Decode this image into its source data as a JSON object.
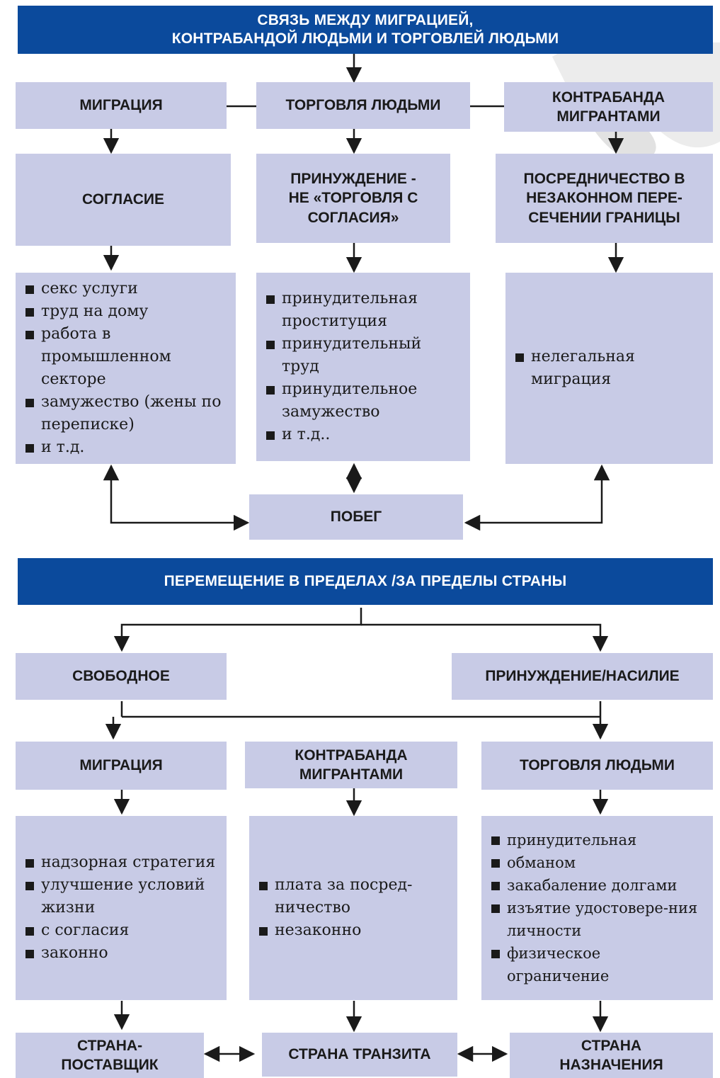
{
  "section1": {
    "header_line1": "СВЯЗЬ МЕЖДУ МИГРАЦИЕЙ,",
    "header_line2": "КОНТРАБАНДОЙ ЛЮДЬМИ И ТОРГОВЛЕЙ ЛЮДЬМИ",
    "col1": {
      "title": "МИГРАЦИЯ",
      "condition": "СОГЛАСИЕ",
      "items": [
        "секс услуги",
        "труд на дому",
        "работа в промышленном секторе",
        "замужество (жены по переписке)",
        "и т.д."
      ]
    },
    "col2": {
      "title": "ТОРГОВЛЯ ЛЮДЬМИ",
      "condition_line1": "ПРИНУЖДЕНИЕ -",
      "condition_line2": "НЕ «ТОРГОВЛЯ С",
      "condition_line3": "СОГЛАСИЯ»",
      "items": [
        "принудительная проституция",
        "принудительный труд",
        "принудительное замужество",
        "и т.д.."
      ]
    },
    "col3": {
      "title_line1": "КОНТРАБАНДА",
      "title_line2": "МИГРАНТАМИ",
      "condition_line1": "ПОСРЕДНИЧЕСТВО В",
      "condition_line2": "НЕЗАКОННОМ ПЕРЕ-",
      "condition_line3": "СЕЧЕНИИ ГРАНИЦЫ",
      "items": [
        "нелегальная миграция"
      ]
    },
    "escape": "ПОБЕГ"
  },
  "section2": {
    "header": "ПЕРЕМЕЩЕНИЕ В ПРЕДЕЛАХ /ЗА ПРЕДЕЛЫ СТРАНЫ",
    "free": "СВОБОДНОЕ",
    "forced": "ПРИНУЖДЕНИЕ/НАСИЛИЕ",
    "col1": {
      "title": "МИГРАЦИЯ",
      "items": [
        "надзорная стратегия",
        "улучшение условий жизни",
        "с согласия",
        "законно"
      ],
      "country_line1": "СТРАНА-",
      "country_line2": "ПОСТАВЩИК"
    },
    "col2": {
      "title_line1": "КОНТРАБАНДА",
      "title_line2": "МИГРАНТАМИ",
      "items": [
        "плата за посред-ничество",
        "незаконно"
      ],
      "country": "СТРАНА ТРАНЗИТА"
    },
    "col3": {
      "title": "ТОРГОВЛЯ ЛЮДЬМИ",
      "items": [
        "принудительная",
        "обманом",
        "закабаление долгами",
        "изъятие удостовере-ния личности",
        "физическое ограничение"
      ],
      "country_line1": "СТРАНА",
      "country_line2": "НАЗНАЧЕНИЯ"
    }
  },
  "colors": {
    "header_bar": "#0b4a9c",
    "box_fill": "#c8cbe6",
    "line": "#1a1a1a"
  }
}
